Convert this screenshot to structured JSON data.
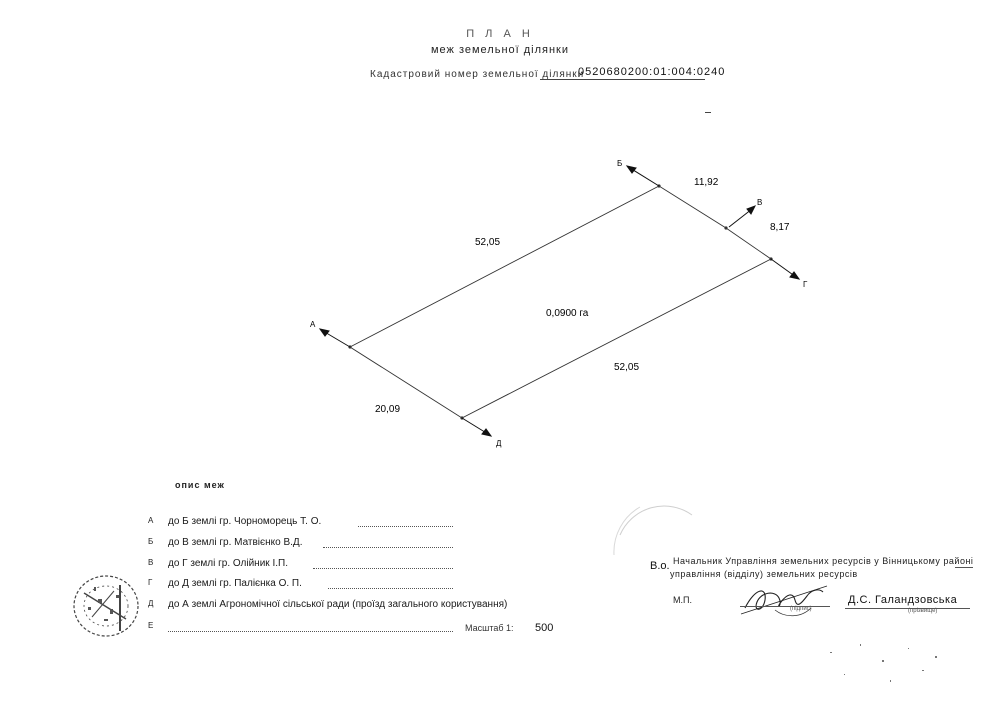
{
  "header": {
    "title": "П Л А Н",
    "subtitle": "меж земельної ділянки",
    "cadastral_label": "Кадастровий номер земельної ділянки",
    "cadastral_number": "0520680200:01:004:0240"
  },
  "plan": {
    "points": [
      "А",
      "Б",
      "В",
      "Г",
      "Д"
    ],
    "sides": {
      "a_b": "52,05",
      "b_v": "11,92",
      "v_g": "8,17",
      "g_d": "52,05",
      "d_a": "20,09"
    },
    "area": "0,0900 га"
  },
  "boundaries": {
    "heading": "опис меж",
    "rows": [
      {
        "key": "А",
        "text": "до Б   землі гр. Чорноморець Т. О."
      },
      {
        "key": "Б",
        "text": "до В   землі гр. Матвієнко В.Д."
      },
      {
        "key": "В",
        "text": "до Г   землі гр. Олійник І.П."
      },
      {
        "key": "Г",
        "text": "до Д   землі гр. Палієнка О. П."
      },
      {
        "key": "Д",
        "text": "до А   землі Агрономічної сільської ради (проїзд загального користування)"
      },
      {
        "key": "Е",
        "text": ""
      }
    ],
    "scale_label": "Масштаб 1:",
    "scale_value": "500"
  },
  "signature": {
    "vo": "В.о.",
    "position_line1": "Начальник Управління земельних ресурсів у Вінницькому районі",
    "position_line2": "управління (відділу) земельних ресурсів",
    "mp": "М.П.",
    "caption_sign": "(підпис)",
    "name": "Д.С. Галандзовська",
    "caption_name": "(прізвище)"
  }
}
